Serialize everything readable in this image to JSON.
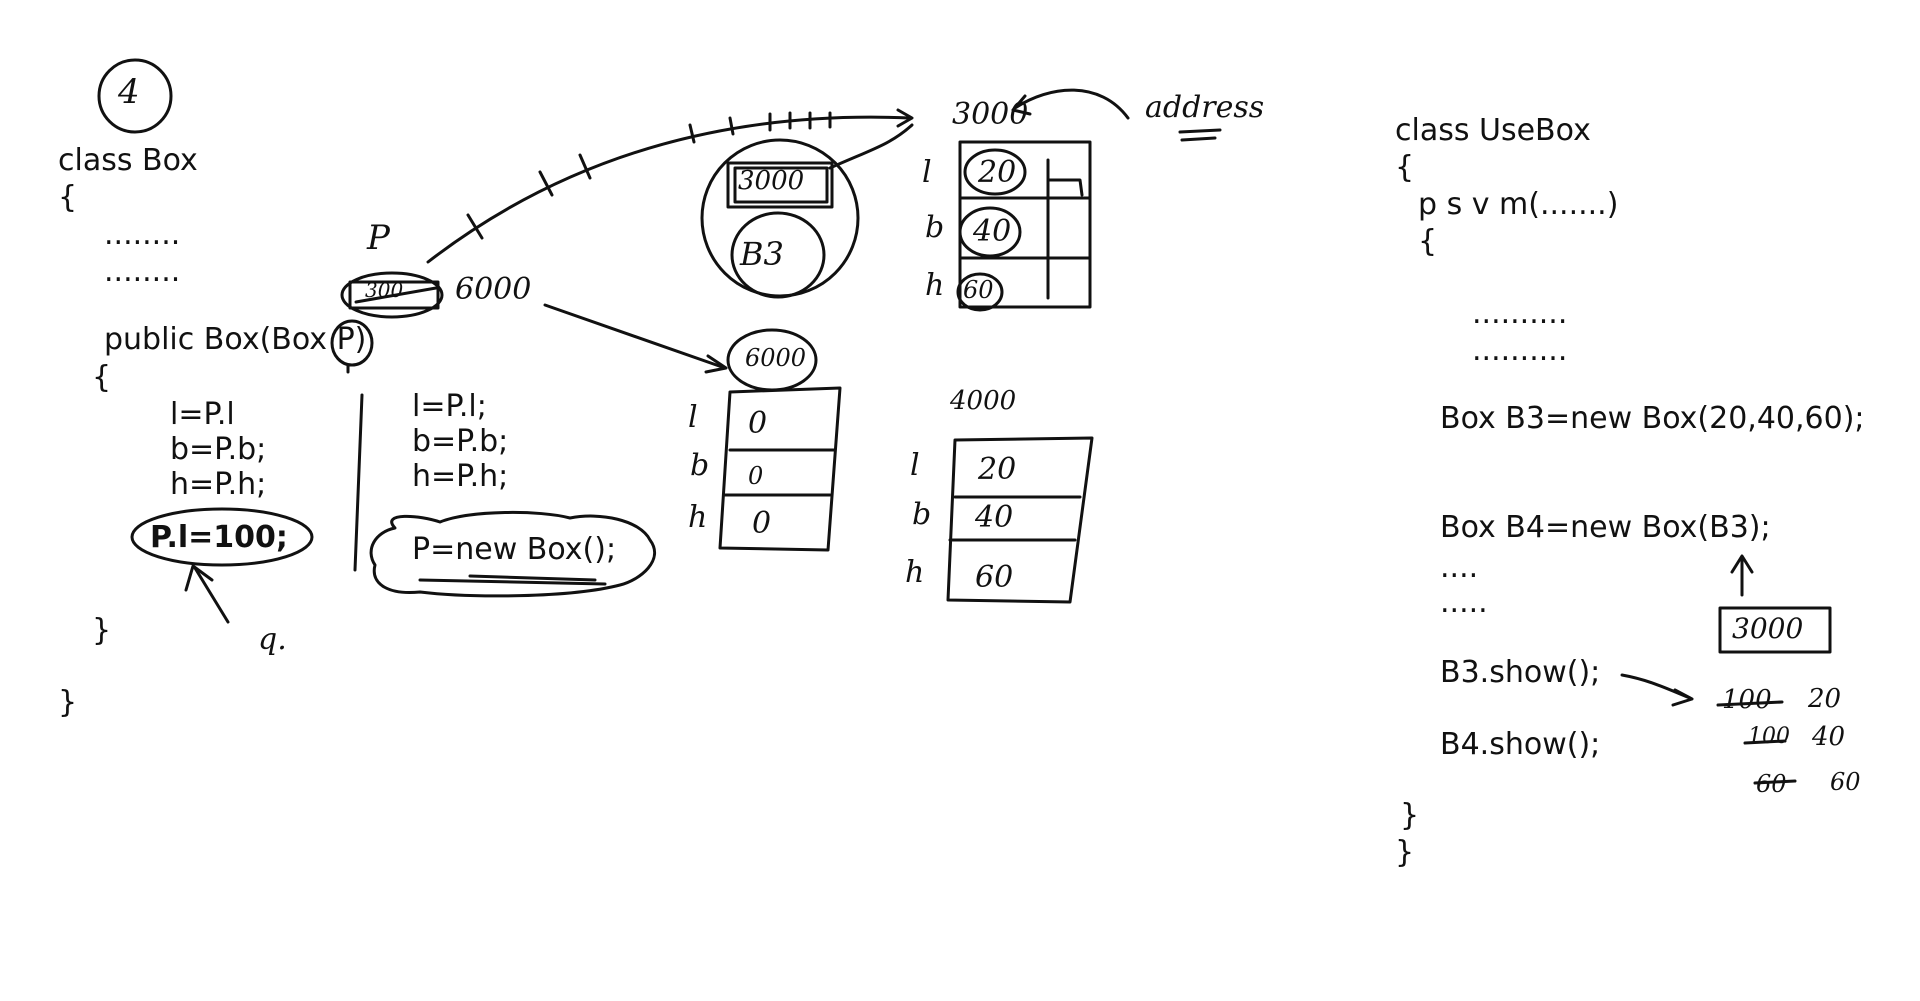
{
  "left_code": {
    "class_decl": "class Box",
    "open_brace": "{",
    "dots1": "........",
    "dots2": "........",
    "ctor": "public Box(Box P)",
    "ctor_open": "{",
    "l_assign": "l=P.l",
    "b_assign": "b=P.b;",
    "h_assign": "h=P.h;",
    "p_l_stmt": "P.l=100;",
    "ctor_close": "}",
    "class_close": "}"
  },
  "mid_code": {
    "l_assign": "l=P.l;",
    "b_assign": "b=P.b;",
    "h_assign": "h=P.h;",
    "new_box": "P=new Box();"
  },
  "right_code": {
    "class_decl": "class UseBox",
    "open_brace": "{",
    "main": "p s v m(.......)",
    "main_open": "{",
    "dots1": "..........",
    "dots2": "..........",
    "b3_decl": "Box B3=new Box(20,40,60);",
    "b4_decl": "Box B4=new Box(B3);",
    "dots3": "....",
    "dots4": ".....",
    "b3_show": "B3.show();",
    "b4_show": "B4.show();",
    "close1": "}",
    "close2": "}"
  },
  "annotations": {
    "circled_number": "4",
    "p_label": "P",
    "p_addr": "300",
    "p_new_addr": "6000",
    "addr_top": "3000",
    "addr_label": "address",
    "b3_ref_addr": "3000",
    "b3_label": "B3",
    "obj_600_addr": "6000",
    "obj_400_addr": "4000",
    "field_l": "l",
    "field_b": "b",
    "field_h": "h",
    "obj3000_vals": [
      "20",
      "40",
      "60"
    ],
    "obj6000_vals": [
      "0",
      "0",
      "0"
    ],
    "obj4000_vals": [
      "20",
      "40",
      "60"
    ],
    "q_mark": "q.",
    "b3_box_addr": "3000",
    "out_row1_struck": "100",
    "out_row1": "20",
    "out_row2_struck": "100",
    "out_row2": "40",
    "out_row3_struck": "60",
    "out_row3": "60"
  }
}
